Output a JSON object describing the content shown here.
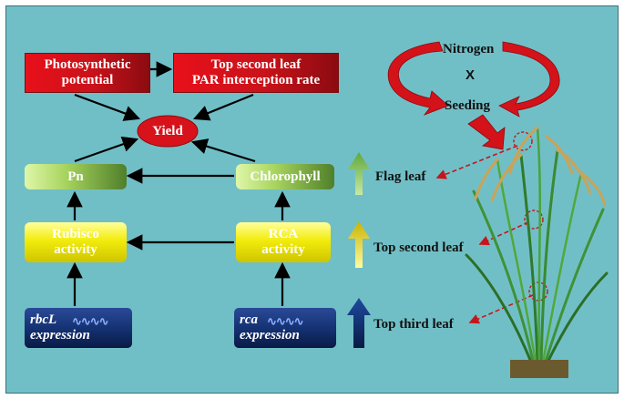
{
  "top_boxes": {
    "photosynthetic": [
      "Photosynthetic",
      "potential"
    ],
    "top_second_leaf": [
      "Top second leaf",
      "PAR interception rate"
    ]
  },
  "yield_label": "Yield",
  "left_column": {
    "pn": "Pn",
    "rubisco": [
      "Rubisco",
      "activity"
    ],
    "rbcl": [
      "rbcL",
      "expression"
    ]
  },
  "right_column": {
    "chlorophyll": "Chlorophyll",
    "rca": [
      "RCA",
      "activity"
    ],
    "rca_expr": [
      "rca",
      "expression"
    ]
  },
  "leaf_labels": {
    "flag": "Flag leaf",
    "second": "Top second leaf",
    "third": "Top third leaf"
  },
  "cycle": {
    "top": "Nitrogen",
    "middle": "X",
    "bottom": "Seeding"
  },
  "colors": {
    "background": "#71bfc6",
    "red": "#d4121a",
    "green_arrow": "#7fbf4f",
    "yellow_arrow": "#e8d800",
    "navy_arrow": "#12306e"
  }
}
